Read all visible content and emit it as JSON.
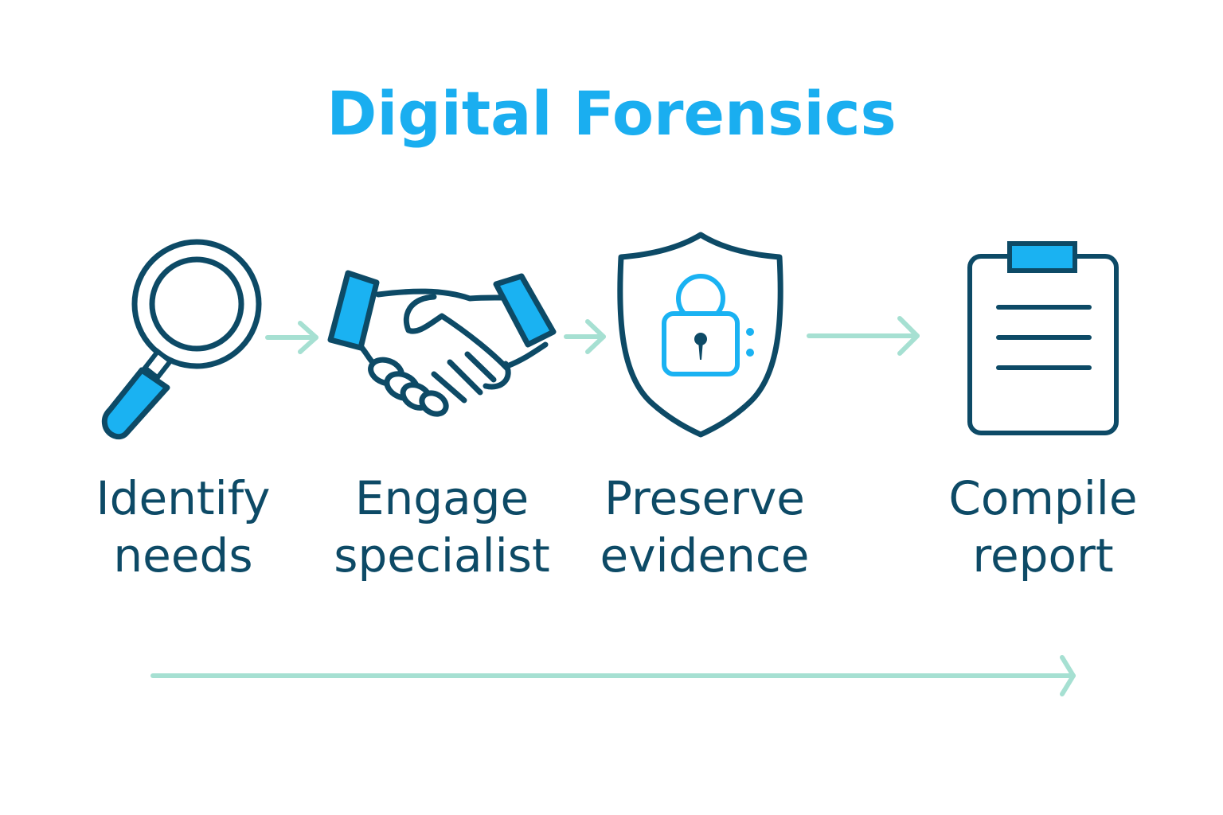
{
  "title": "Digital Forensics",
  "colors": {
    "title": "#1aaef0",
    "outline": "#0d4a66",
    "accent": "#1aaef0",
    "arrow": "#a6e0d2"
  },
  "steps": [
    {
      "icon": "magnifying-glass-icon",
      "line1": "Identify",
      "line2": "needs"
    },
    {
      "icon": "handshake-icon",
      "line1": "Engage",
      "line2": "specialist"
    },
    {
      "icon": "shield-lock-icon",
      "line1": "Preserve",
      "line2": "evidence"
    },
    {
      "icon": "clipboard-icon",
      "line1": "Compile",
      "line2": "report"
    }
  ]
}
